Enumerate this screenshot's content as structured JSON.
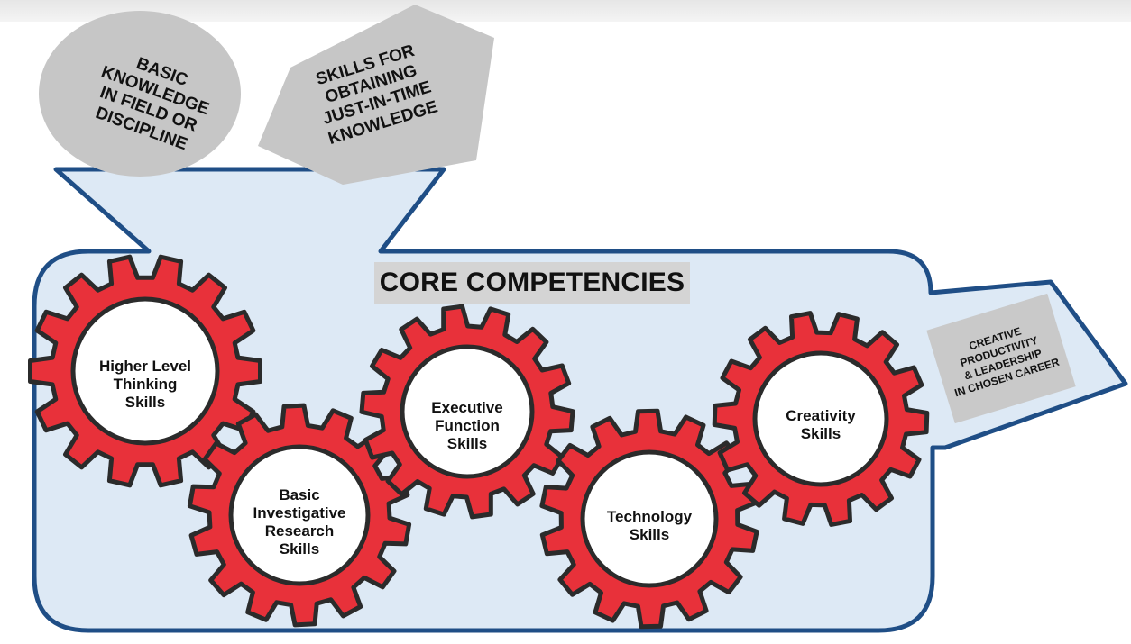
{
  "diagram": {
    "title": "CORE COMPETENCIES",
    "inputs": {
      "basic_knowledge": "BASIC\nKNOWLEDGE\nIN FIELD OR\nDISCIPLINE",
      "just_in_time": "SKILLS FOR\nOBTAINING\nJUST-IN-TIME\nKNOWLEDGE"
    },
    "output": "CREATIVE\nPRODUCTIVITY\n& LEADERSHIP\nIN CHOSEN CAREER",
    "gears": [
      {
        "label": "Higher Level\nThinking\nSkills"
      },
      {
        "label": "Basic\nInvestigative\nResearch\nSkills"
      },
      {
        "label": "Executive\nFunction\nSkills"
      },
      {
        "label": "Technology\nSkills"
      },
      {
        "label": "Creativity\nSkills"
      }
    ],
    "colors": {
      "gear_fill": "#e8313a",
      "gear_stroke": "#2b2b2b",
      "container_fill": "#dde9f5",
      "container_stroke": "#1f4e86",
      "input_shape_fill": "#c6c6c6",
      "title_bg": "#d4d4d4"
    }
  }
}
